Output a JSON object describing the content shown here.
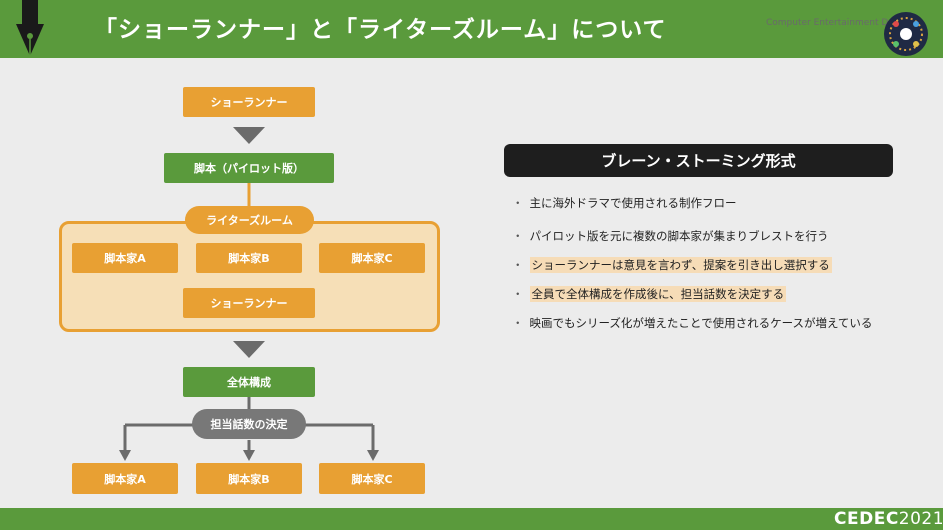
{
  "header": {
    "title": "「ショーランナー」と「ライターズルーム」について",
    "subtitle": "Computer Entertainment D"
  },
  "flow": {
    "showrunner_top": "ショーランナー",
    "pilot_script": "脚本（パイロット版）",
    "writers_room": "ライターズルーム",
    "writer_a": "脚本家A",
    "writer_b": "脚本家B",
    "writer_c": "脚本家C",
    "showrunner_inner": "ショーランナー",
    "overall_structure": "全体構成",
    "episode_assignment": "担当話数の決定",
    "bottom_writer_a": "脚本家A",
    "bottom_writer_b": "脚本家B",
    "bottom_writer_c": "脚本家C"
  },
  "panel": {
    "title": "ブレーン・ストーミング形式",
    "bullets": [
      "主に海外ドラマで使用される制作フロー",
      "パイロット版を元に複数の脚本家が集まりブレストを行う",
      "ショーランナーは意見を言わず、提案を引き出し選択する",
      "全員で全体構成を作成後に、担当話数を決定する",
      "映画でもシリーズ化が増えたことで使用されるケースが増えている"
    ]
  },
  "footer": {
    "logo_text": "CEDEC",
    "logo_year": "2021"
  },
  "colors": {
    "brand_green": "#5a9a3c",
    "orange": "#e8a033",
    "highlight": "#f6dcb7"
  }
}
